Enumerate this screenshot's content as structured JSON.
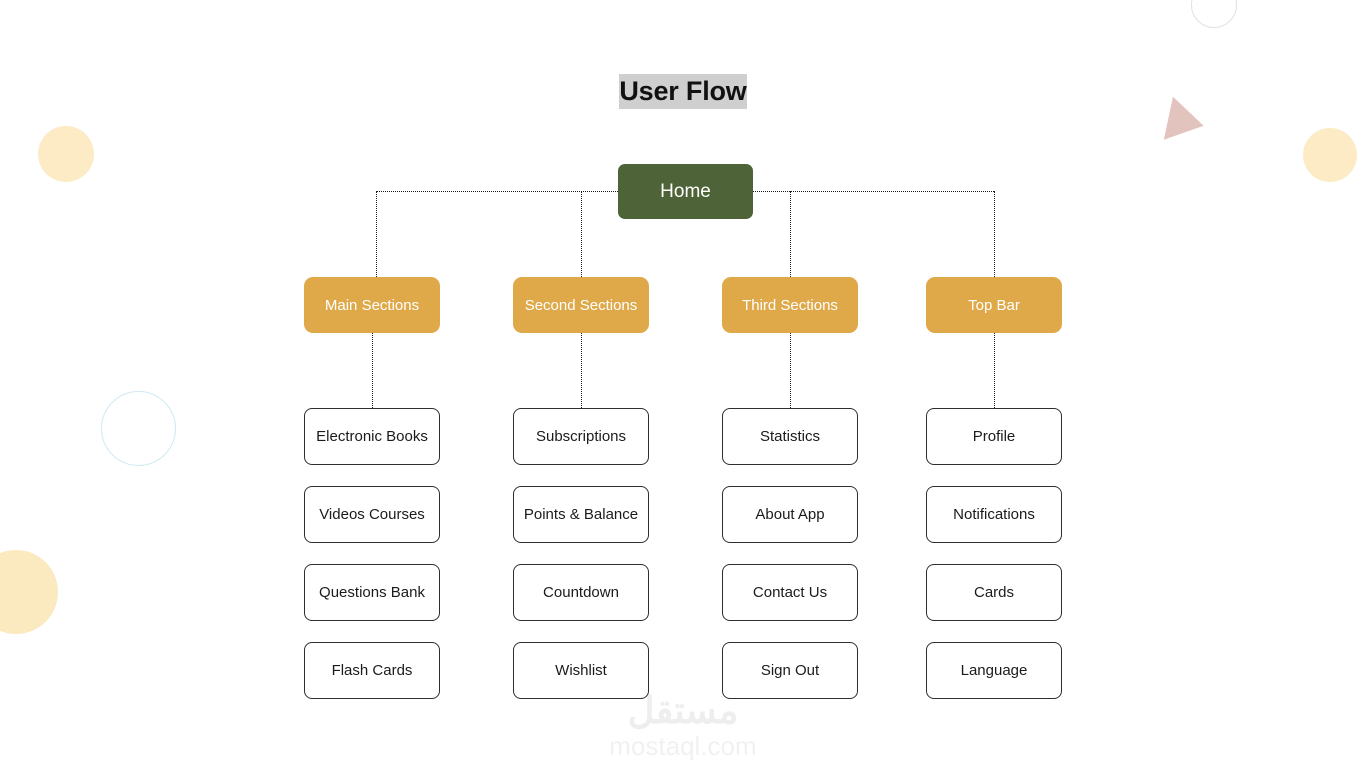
{
  "title": {
    "text": "User Flow",
    "highlight_color": "#cfcfcf"
  },
  "colors": {
    "root_node": "#4f6338",
    "section_node": "#dfa94a",
    "leaf_border": "#2e2e2e",
    "leaf_background": "#ffffff",
    "connector": "#1c1c1c",
    "deco_cream": "#fcebc4",
    "deco_blue": "#cfeaf2",
    "deco_pink": "#e3c3bd",
    "deco_gray": "#e2e2e2"
  },
  "root": {
    "label": "Home"
  },
  "columns": [
    {
      "header": "Main Sections",
      "items": [
        "Electronic Books",
        "Videos Courses",
        "Questions Bank",
        "Flash Cards"
      ]
    },
    {
      "header": "Second Sections",
      "items": [
        "Subscriptions",
        "Points & Balance",
        "Countdown",
        "Wishlist"
      ]
    },
    {
      "header": "Third Sections",
      "items": [
        "Statistics",
        "About App",
        "Contact Us",
        "Sign Out"
      ]
    },
    {
      "header": "Top Bar",
      "items": [
        "Profile",
        "Notifications",
        "Cards",
        "Language"
      ]
    }
  ],
  "watermark": {
    "arabic": "مستقل",
    "url": "mostaql.com"
  }
}
